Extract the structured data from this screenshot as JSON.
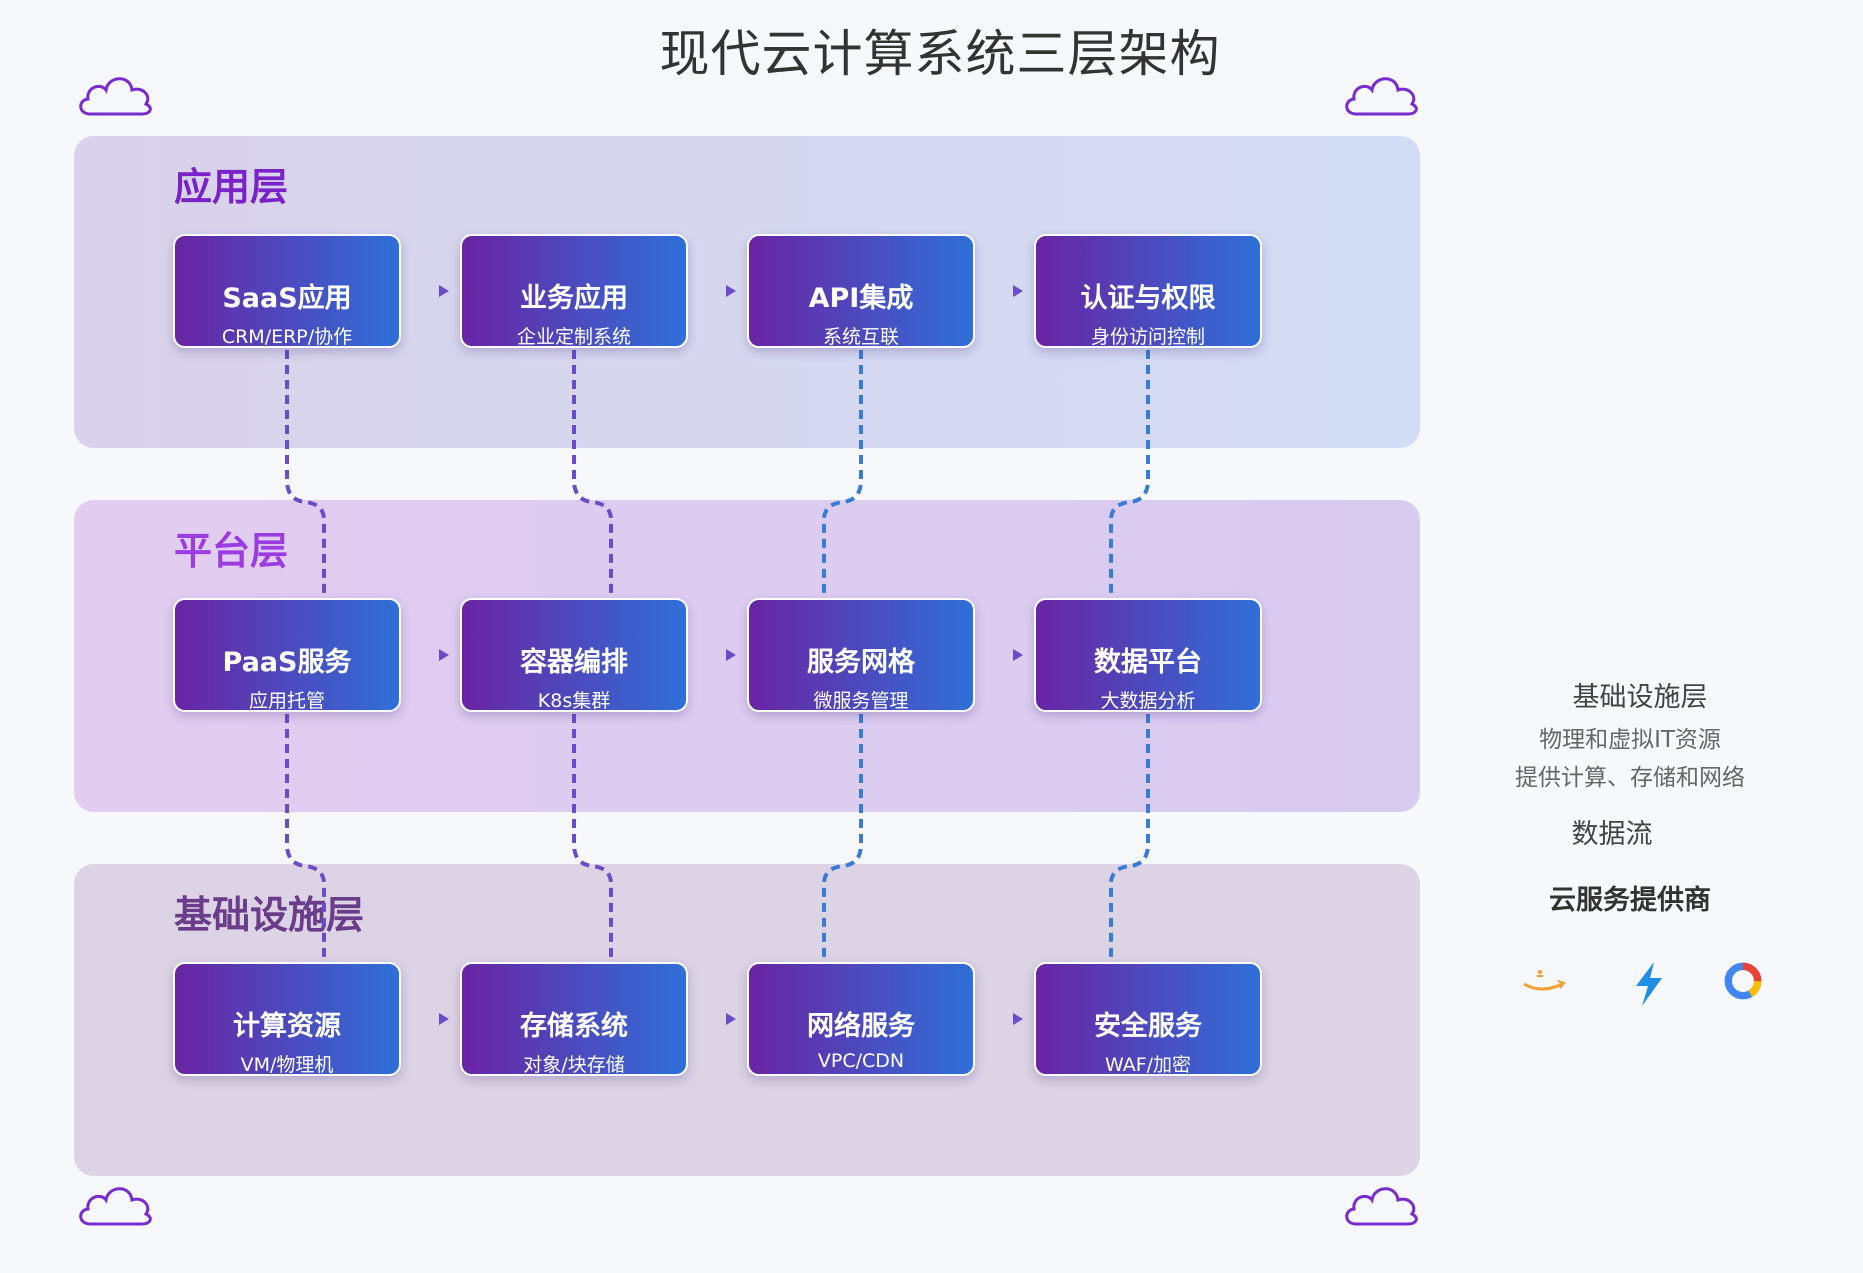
{
  "title": "现代云计算系统三层架构",
  "layers": [
    {
      "title": "应用层",
      "nodes": [
        {
          "name": "SaaS应用",
          "desc": "CRM/ERP/协作"
        },
        {
          "name": "业务应用",
          "desc": "企业定制系统"
        },
        {
          "name": "API集成",
          "desc": "系统互联"
        },
        {
          "name": "认证与权限",
          "desc": "身份访问控制"
        }
      ]
    },
    {
      "title": "平台层",
      "nodes": [
        {
          "name": "PaaS服务",
          "desc": "应用托管"
        },
        {
          "name": "容器编排",
          "desc": "K8s集群"
        },
        {
          "name": "服务网格",
          "desc": "微服务管理"
        },
        {
          "name": "数据平台",
          "desc": "大数据分析"
        }
      ]
    },
    {
      "title": "基础设施层",
      "nodes": [
        {
          "name": "计算资源",
          "desc": "VM/物理机"
        },
        {
          "name": "存储系统",
          "desc": "对象/块存储"
        },
        {
          "name": "网络服务",
          "desc": "VPC/CDN"
        },
        {
          "name": "安全服务",
          "desc": "WAF/加密"
        }
      ]
    }
  ],
  "side": {
    "title": "基础设施层",
    "desc_line1": "物理和虚拟IT资源",
    "desc_line2": "提供计算、存储和网络",
    "flow_label": "数据流",
    "providers_title": "云服务提供商"
  },
  "colors": {
    "node_start": "#6a24a3",
    "node_end": "#2f6fd8",
    "link_purple": "#6a4bc8",
    "link_blue": "#3a7bd5",
    "cloud_stroke": "#7a2bd0"
  },
  "icons": [
    "cloud-icon",
    "amazon-icon",
    "lightning-icon",
    "google-cloud-icon"
  ]
}
